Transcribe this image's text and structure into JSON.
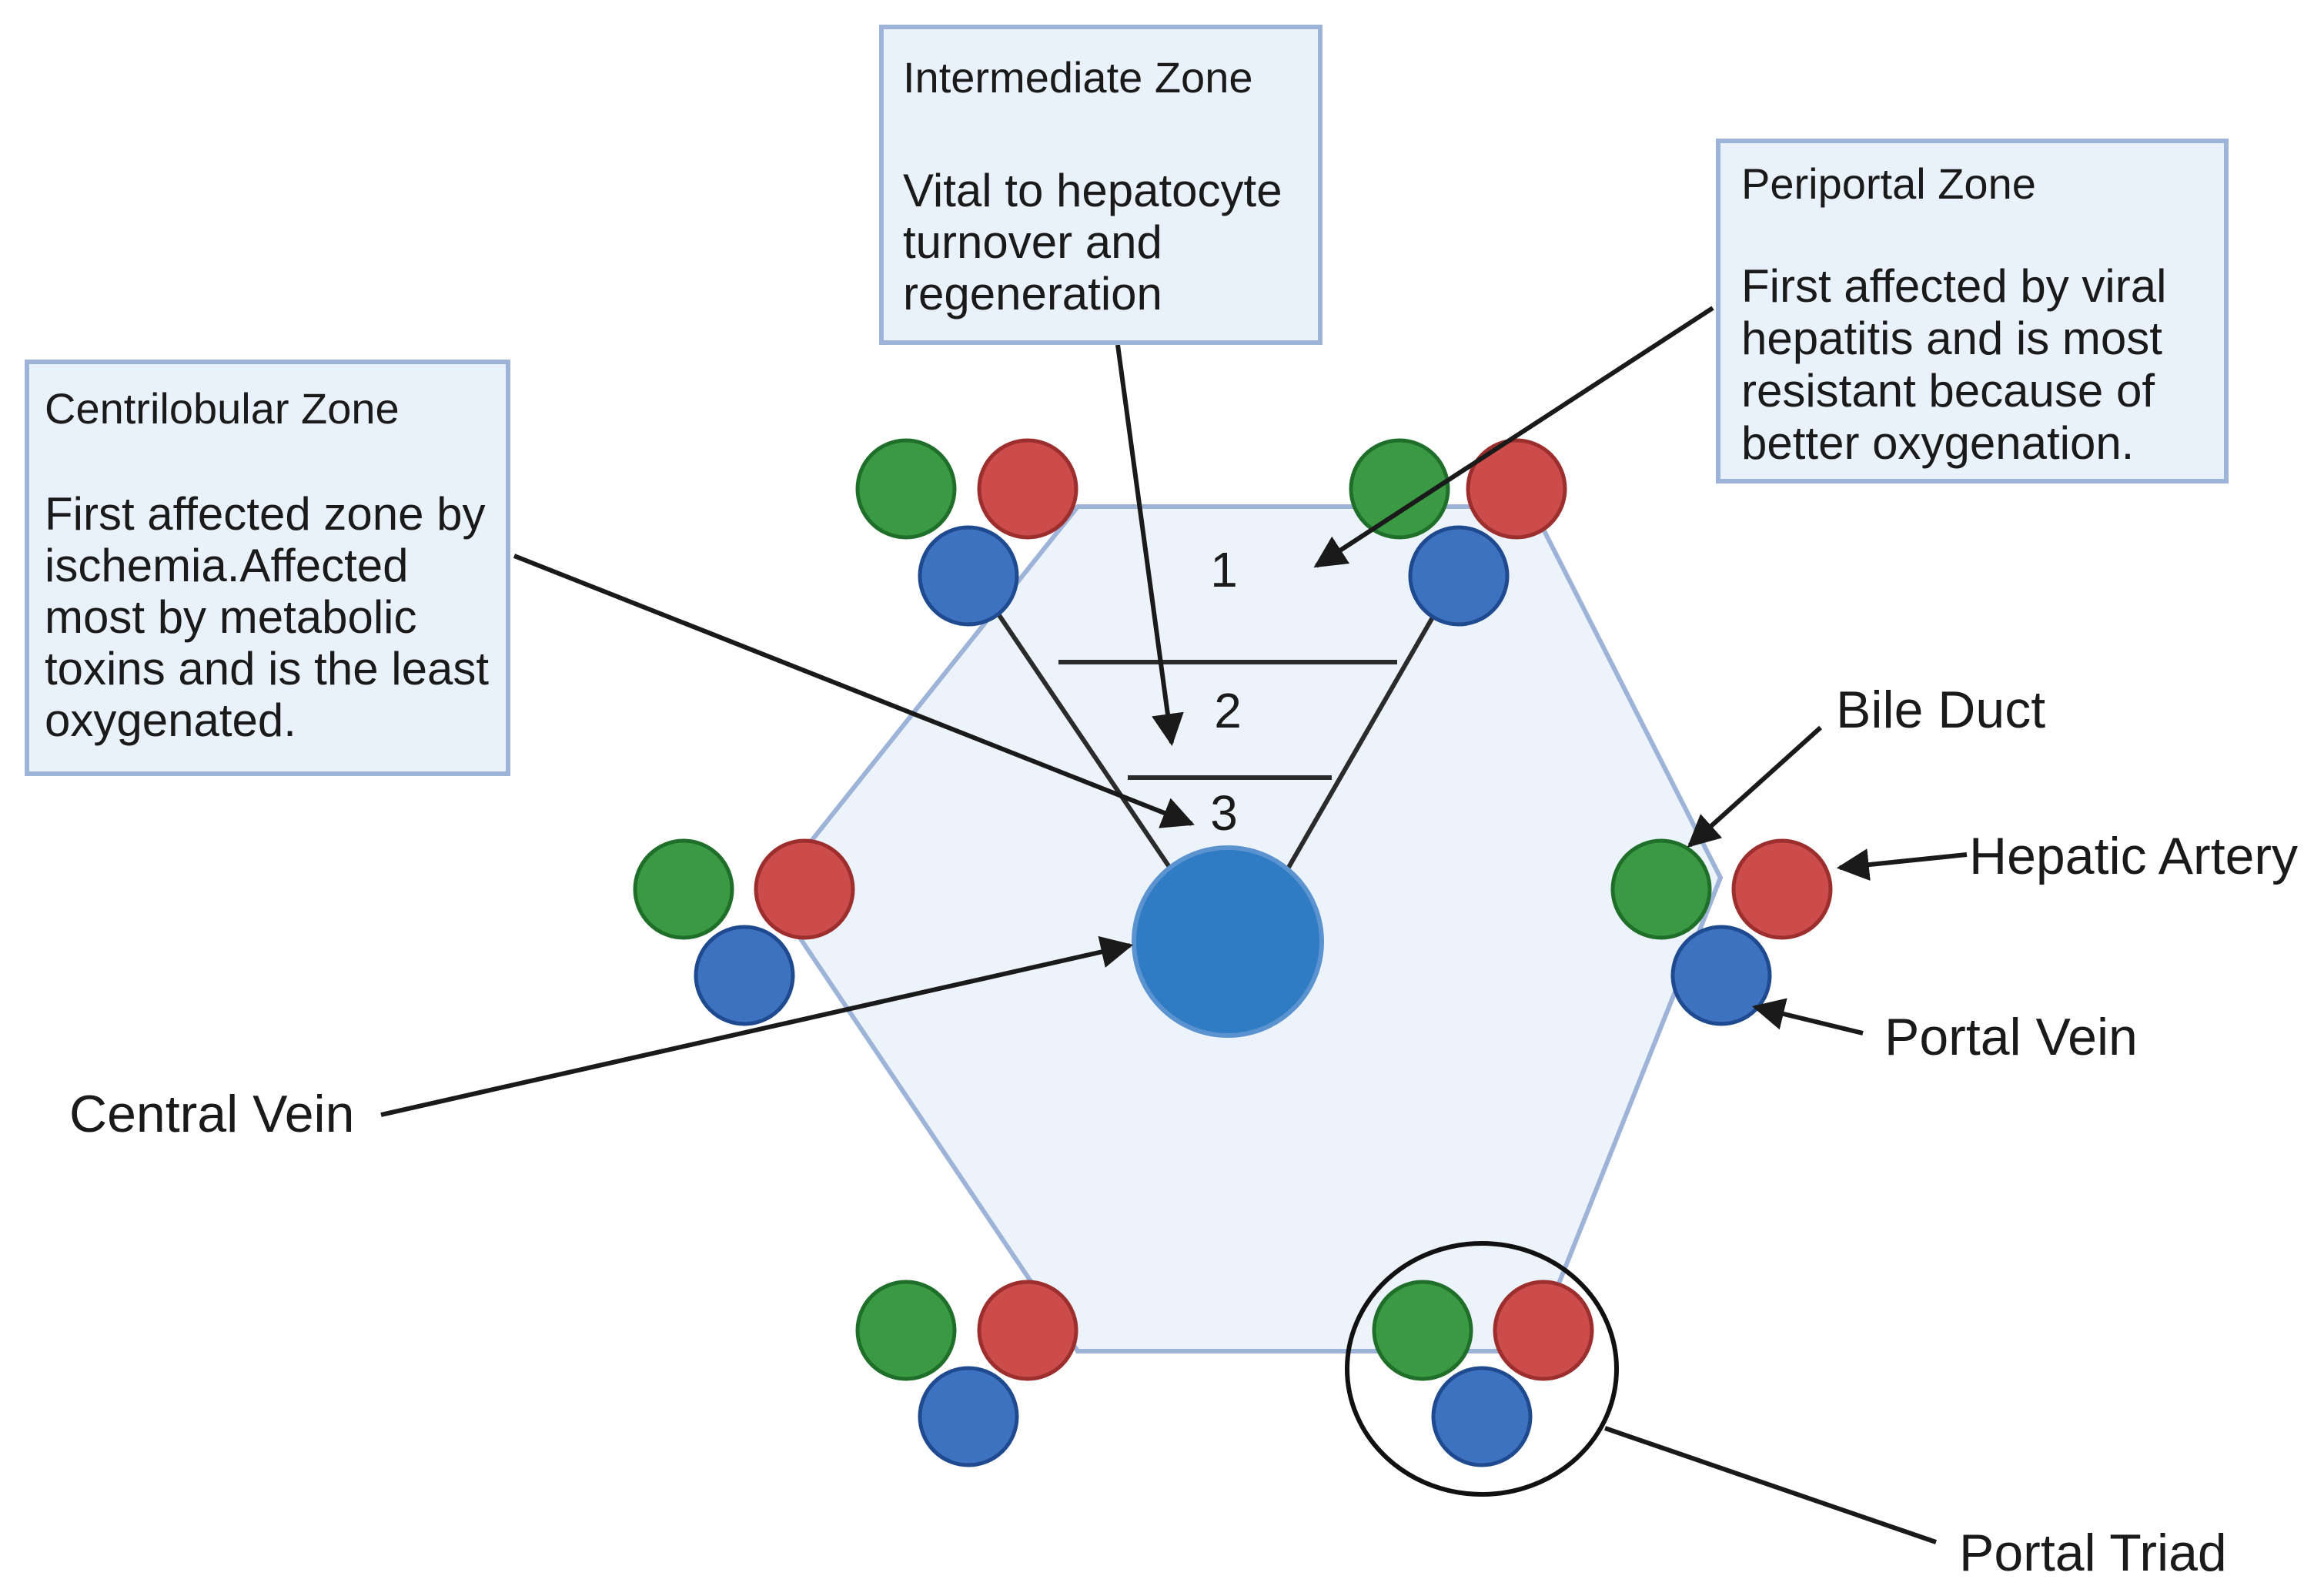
{
  "zone_numbers": [
    "1",
    "2",
    "3"
  ],
  "boxes": {
    "intermediate": {
      "title": "Intermediate Zone",
      "lines": [
        "Vital to hepatocyte",
        "turnover and",
        "regeneration"
      ]
    },
    "periportal": {
      "title": "Periportal Zone",
      "lines": [
        "First affected by viral",
        "hepatitis and is most",
        "resistant because of",
        "better oxygenation."
      ]
    },
    "centrilobular": {
      "title": "Centrilobular Zone",
      "lines": [
        "First affected zone by",
        "ischemia.Affected",
        "most by metabolic",
        "toxins and is the least",
        "oxygenated."
      ]
    }
  },
  "labels": {
    "bile_duct": "Bile Duct",
    "hepatic_artery": "Hepatic Artery",
    "portal_vein": "Portal Vein",
    "central_vein": "Central Vein",
    "portal_triad": "Portal Triad"
  },
  "colors": {
    "bile_duct": "#3a9a44",
    "hepatic_artery": "#cc4b4b",
    "portal_vein": "#3d72c0",
    "central_vein": "#2f7cc4",
    "lobule_fill": "#edf3fb",
    "lobule_stroke": "#9db3d8"
  }
}
